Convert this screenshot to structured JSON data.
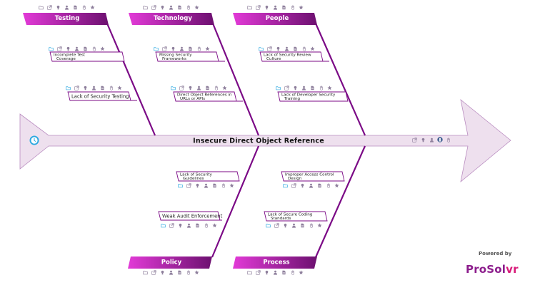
{
  "diagram": {
    "head": "Insecure Direct Object Reference",
    "categories": {
      "testing": "Testing",
      "technology": "Technology",
      "people": "People",
      "policy": "Policy",
      "process": "Process"
    },
    "causes": {
      "testing_1": [
        "Incomplete Test",
        "Coverage"
      ],
      "testing_2": [
        "Lack of Security Testing"
      ],
      "technology_1": [
        "Missing Security",
        "Frameworks"
      ],
      "technology_2": [
        "Direct Object References in",
        "URLs or APIs"
      ],
      "people_1": [
        "Lack of Security Review",
        "Culture"
      ],
      "people_2": [
        "Lack of Developer Security",
        "Training"
      ],
      "policy_1": [
        "Lack of Security",
        "Guidelines"
      ],
      "policy_2": [
        "Weak Audit Enforcement"
      ],
      "process_1": [
        "Improper Access Control",
        "Design"
      ],
      "process_2": [
        "Lack of Secure Coding",
        "Standards"
      ]
    }
  },
  "colors": {
    "spine_fill": "#eee0ee",
    "spine_stroke": "#b98cc0",
    "bone": "#7b0a86",
    "label_grad_start": "#e23ad7",
    "label_grad_end": "#6d1070",
    "icon": "#8e7f9c",
    "accent_blue": "#2aa8e0"
  },
  "icons": [
    "folder-icon",
    "link-icon",
    "bulb-icon",
    "person-icon",
    "document-icon",
    "hand-icon",
    "star-icon"
  ],
  "head_icons": [
    "link-icon",
    "bulb-icon",
    "person-icon",
    "user-circle-icon",
    "hand-icon"
  ],
  "tail_icon": "clock-icon",
  "branding": {
    "powered_by": "Powered by",
    "brand_part1": "ProSol",
    "brand_part2": "vr"
  }
}
